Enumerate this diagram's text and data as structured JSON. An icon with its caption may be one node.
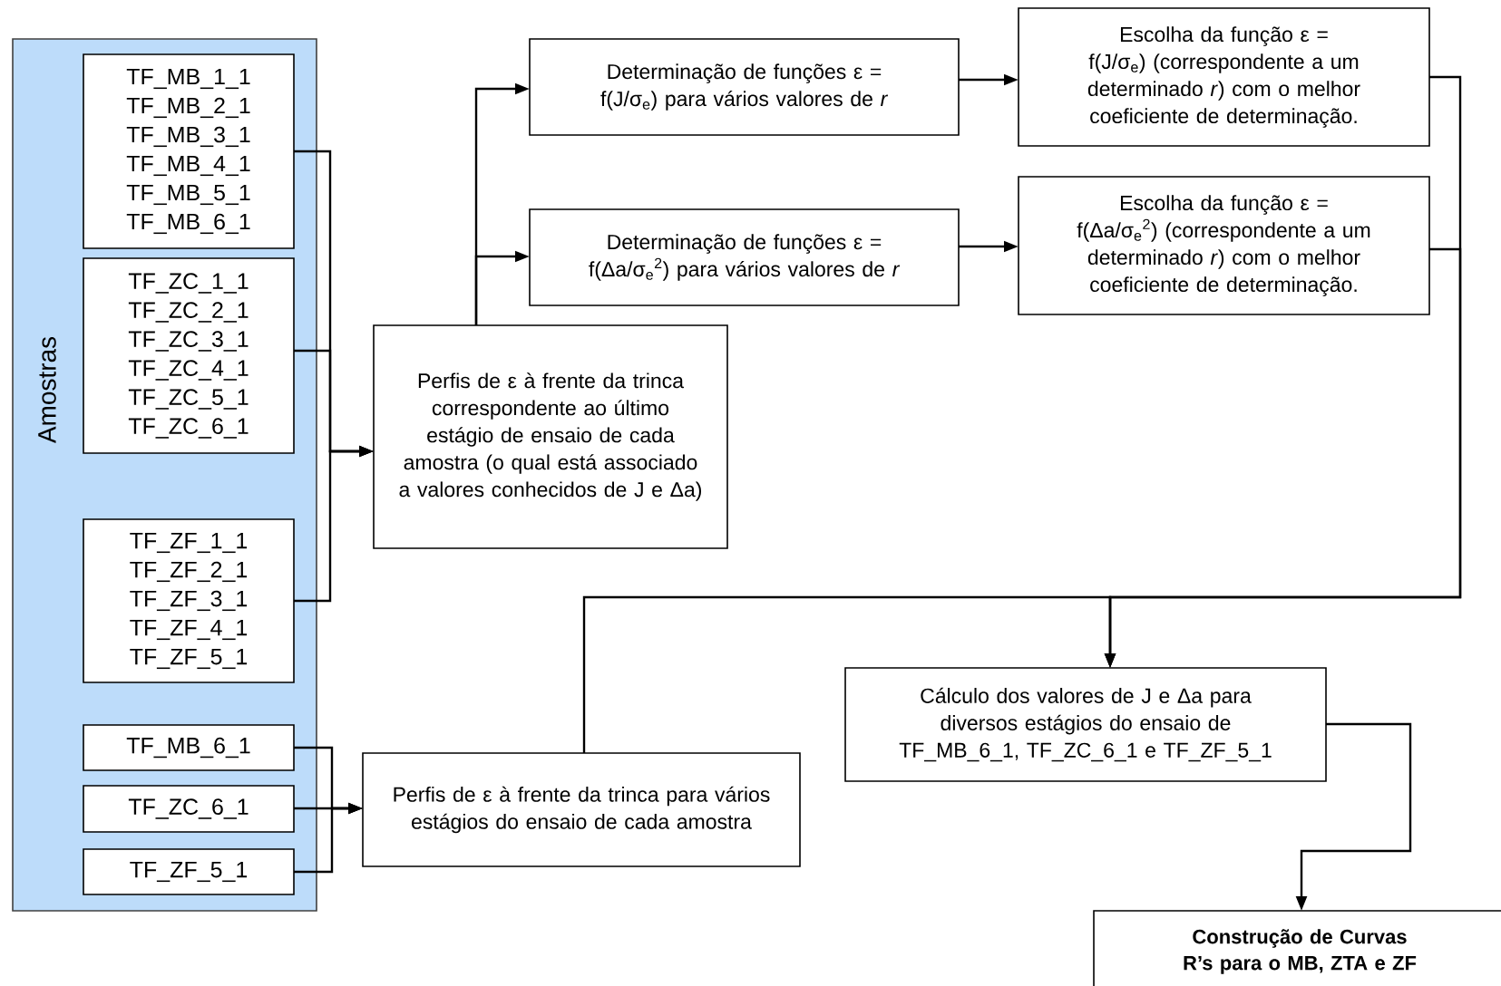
{
  "diagram": {
    "nodes": [
      {
        "text": [
          "Amostras"
        ]
      },
      {
        "text": [
          "TF_MB_1_1",
          "TF_MB_2_1",
          "TF_MB_3_1",
          "TF_MB_4_1",
          "TF_MB_5_1",
          "TF_MB_6_1"
        ],
        "in": 0
      },
      {
        "text": [
          "TF_ZC_1_1",
          "TF_ZC_2_1",
          "TF_ZC_3_1",
          "TF_ZC_4_1",
          "TF_ZC_5_1",
          "TF_ZC_6_1"
        ],
        "in": 0
      },
      {
        "text": [
          "TF_ZF_1_1",
          "TF_ZF_2_1",
          "TF_ZF_3_1",
          "TF_ZF_4_1",
          "TF_ZF_5_1"
        ],
        "in": 0
      },
      {
        "text": [
          "TF_MB_6_1"
        ],
        "in": 0
      },
      {
        "text": [
          "TF_ZC_6_1"
        ],
        "in": 0
      },
      {
        "text": [
          "TF_ZF_5_1"
        ],
        "in": 0
      },
      {
        "text": [
          "Perfis de ε à frente da trinca correspondente ao último estágio de ensaio de cada amostra (o qual está associado a valores conhecidos de J e Δa)"
        ]
      },
      {
        "text": [
          "Determinação de funções ε = f(J/σ$_{e}$) para vários valores de *r*"
        ]
      },
      {
        "text": [
          "Determinação de funções ε = f(Δa/σ$_{e}$$^{2}$) para vários valores de *r*"
        ]
      },
      {
        "text": [
          "Escolha da função ε = f(J/σ$_{e}$) (correspondente a um determinado *r*) com o melhor coeficiente de determinação."
        ]
      },
      {
        "text": [
          "Escolha da função ε = f(Δa/σ$_{e}$$^{2}$) (correspondente a um determinado *r*) com o melhor coeficiente de determinação."
        ]
      },
      {
        "text": [
          "Perfis de ε à frente da trinca para vários estágios do ensaio de cada amostra"
        ]
      },
      {
        "text": [
          "Cálculo dos valores de J e Δa para diversos estágios do ensaio de TF_MB_6_1, TF_ZC_6_1 e TF_ZF_5_1"
        ]
      },
      {
        "text": [
          "Construção de Curvas R’s para o MB, ZTA e ZF"
        ]
      }
    ],
    "edges": [
      {
        "from": 1,
        "to": 7,
        "arrow": "to"
      },
      {
        "from": 2,
        "to": 7,
        "arrow": "to"
      },
      {
        "from": 3,
        "to": 7,
        "arrow": "to"
      },
      {
        "from": 7,
        "to": 8,
        "arrow": "to"
      },
      {
        "from": 7,
        "to": 9,
        "arrow": "to"
      },
      {
        "from": 8,
        "to": 10,
        "arrow": "to"
      },
      {
        "from": 9,
        "to": 11,
        "arrow": "to"
      },
      {
        "from": 4,
        "to": 12,
        "arrow": "to"
      },
      {
        "from": 5,
        "to": 12,
        "arrow": "to"
      },
      {
        "from": 6,
        "to": 12,
        "arrow": "to"
      },
      {
        "from": 10,
        "to": 13,
        "arrow": "to"
      },
      {
        "from": 11,
        "to": 13,
        "arrow": "to"
      },
      {
        "from": 12,
        "to": 13,
        "arrow": "to"
      },
      {
        "from": 13,
        "to": 14,
        "arrow": "to"
      }
    ]
  }
}
